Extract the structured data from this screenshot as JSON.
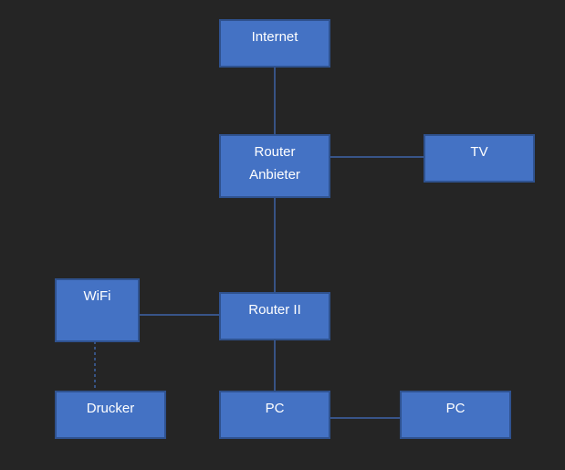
{
  "colors": {
    "background": "#252525",
    "node_fill": "#4472c4",
    "node_border": "#2f528f",
    "node_text": "#ffffff",
    "connector": "#4472c4"
  },
  "nodes": {
    "internet": {
      "label": "Internet"
    },
    "router_provider": {
      "line1": "Router",
      "line2": "Anbieter"
    },
    "tv": {
      "label": "TV"
    },
    "wifi": {
      "label": "WiFi"
    },
    "router_ii": {
      "label": "Router II"
    },
    "printer": {
      "label": "Drucker"
    },
    "pc_1": {
      "label": "PC"
    },
    "pc_2": {
      "label": "PC"
    }
  },
  "links": [
    {
      "from": "Internet",
      "to": "Router Anbieter",
      "style": "solid"
    },
    {
      "from": "Router Anbieter",
      "to": "TV",
      "style": "solid"
    },
    {
      "from": "Router Anbieter",
      "to": "Router II",
      "style": "solid"
    },
    {
      "from": "WiFi",
      "to": "Router II",
      "style": "solid"
    },
    {
      "from": "WiFi",
      "to": "Drucker",
      "style": "dashed"
    },
    {
      "from": "Router II",
      "to": "PC",
      "style": "solid"
    },
    {
      "from": "PC",
      "to": "PC",
      "style": "solid"
    }
  ]
}
